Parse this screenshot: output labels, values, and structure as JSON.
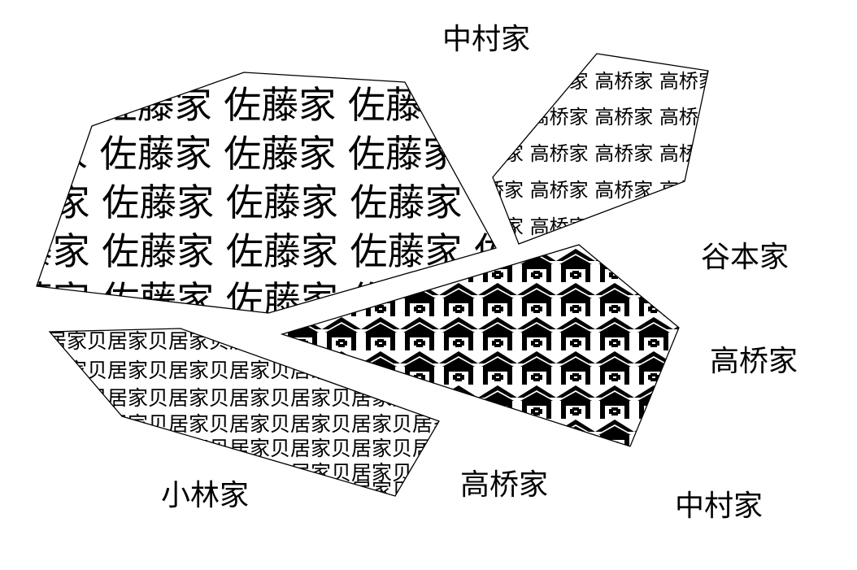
{
  "map": {
    "parcels": [
      {
        "name": "sato",
        "fill_label": "佐藤家"
      },
      {
        "name": "takahashi",
        "fill_label": "高桥家"
      },
      {
        "name": "kaiju",
        "fill_label": "贝居家"
      },
      {
        "name": "house",
        "fill_label": ""
      }
    ],
    "labels": {
      "nakamura_top": "中村家",
      "tanimoto": "谷本家",
      "takahashi_right": "高桥家",
      "kobayashi": "小林家",
      "takahashi_bottom": "高桥家",
      "nakamura_bottom": "中村家"
    },
    "colors": {
      "ink": "#000000",
      "paper": "#ffffff"
    },
    "icons": {
      "house_pattern": "house-icon"
    }
  }
}
